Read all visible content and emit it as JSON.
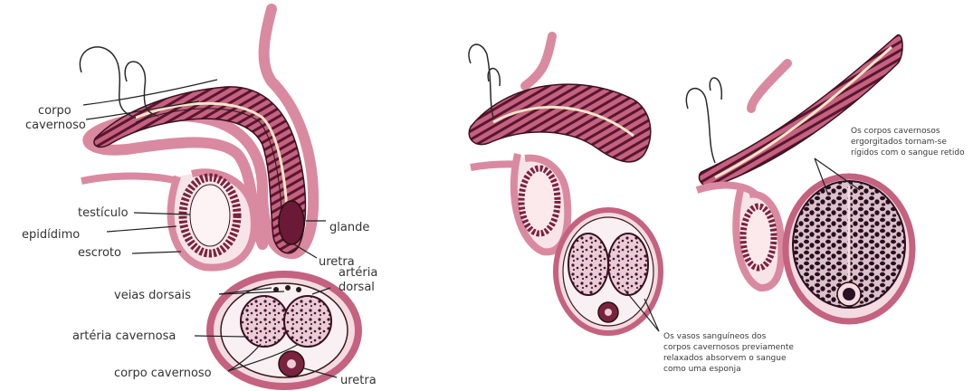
{
  "colors": {
    "background": "#ffffff",
    "tissue_pink": "#d98aa0",
    "tissue_dark": "#7a2340",
    "tissue_deep": "#4a1030",
    "outline": "#2a1a1a"
  },
  "labels": {
    "corpo_cavernoso_top_line1": "corpo",
    "corpo_cavernoso_top_line2": "cavernoso",
    "testiculo": "testículo",
    "epididimo": "epidídimo",
    "escroto": "escroto",
    "glande": "glande",
    "uretra_side": "uretra",
    "arteria_dorsal_line1": "artéria",
    "arteria_dorsal_line2": "dorsal",
    "veias_dorsais": "veias dorsais",
    "arteria_cavernosa": "artéria cavernosa",
    "corpo_cavernoso_bottom": "corpo cavernoso",
    "uretra_bottom": "uretra"
  },
  "notes": {
    "relaxed_line1": "Os vasos sanguíneos dos",
    "relaxed_line2": "corpos cavernosos previamente",
    "relaxed_line3": "relaxados absorvem o sangue",
    "relaxed_line4": "como uma esponja",
    "erect_line1": "Os corpos cavernosos",
    "erect_line2": "ergorgitados tornam-se",
    "erect_line3": "rígidos com o sangue retido"
  }
}
